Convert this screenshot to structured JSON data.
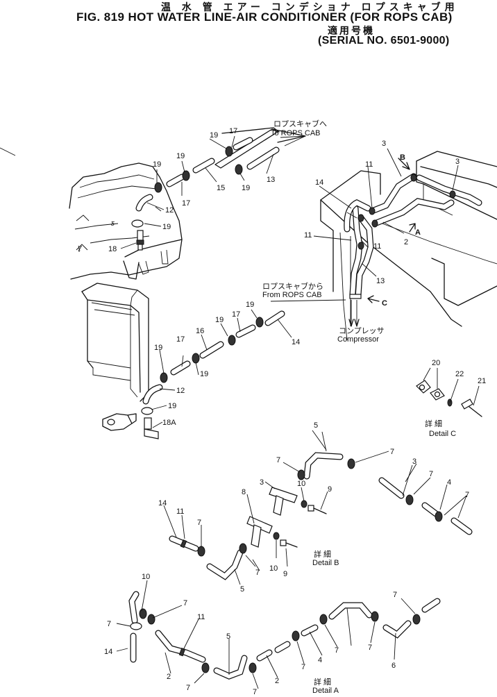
{
  "header": {
    "title_jp": "温 水 管 エアー コンデショナ ロプスキャブ用",
    "title_en": "FIG. 819 HOT WATER LINE-AIR CONDITIONER (FOR ROPS CAB)",
    "serial_jp": "適用号機",
    "serial_en": "(SERIAL NO. 6501-9000)"
  },
  "notes": {
    "to_cab_jp": "ロプスキャブへ",
    "to_cab_en": "To ROPS CAB",
    "from_cab_jp": "ロプスキャブから",
    "from_cab_en": "From ROPS CAB",
    "compressor_jp": "コンプレッサ",
    "compressor_en": "Compressor",
    "detail_jp": "詳 細",
    "detail_a": "Detail A",
    "detail_b": "Detail B",
    "detail_c": "Detail C"
  },
  "view_letters": {
    "a": "A",
    "b": "B",
    "c": "C"
  },
  "part_numbers": {
    "p2": "2",
    "p3": "3",
    "p4": "4",
    "p5": "5",
    "p6": "6",
    "p7": "7",
    "p8": "8",
    "p9": "9",
    "p10": "10",
    "p11": "11",
    "p12": "12",
    "p13": "13",
    "p14": "14",
    "p15": "15",
    "p16": "16",
    "p17": "17",
    "p18": "18",
    "p18a": "18A",
    "p19": "19",
    "p20": "20",
    "p21": "21",
    "p22": "22"
  }
}
